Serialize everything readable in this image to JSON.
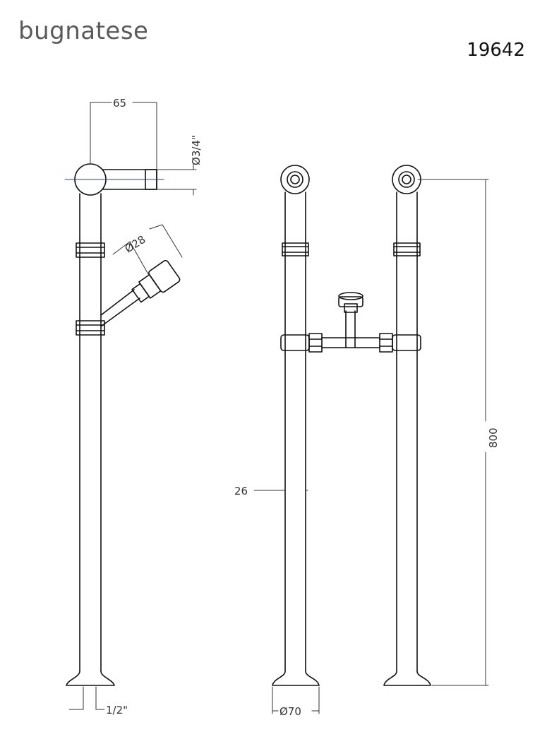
{
  "brand": "bugnatese",
  "product_code": "19642",
  "dimensions": {
    "inlet_offset": "65",
    "outlet_thread": "Ø3/4\"",
    "hose_diameter": "Ø28",
    "base_thread": "1/2\"",
    "pipe_diameter": "26",
    "height": "800",
    "base_diameter": "Ø70"
  },
  "colors": {
    "line": "#111111",
    "dim_line": "#333333",
    "axis": "#1f3fb4",
    "brand": "#5a5a5a"
  }
}
